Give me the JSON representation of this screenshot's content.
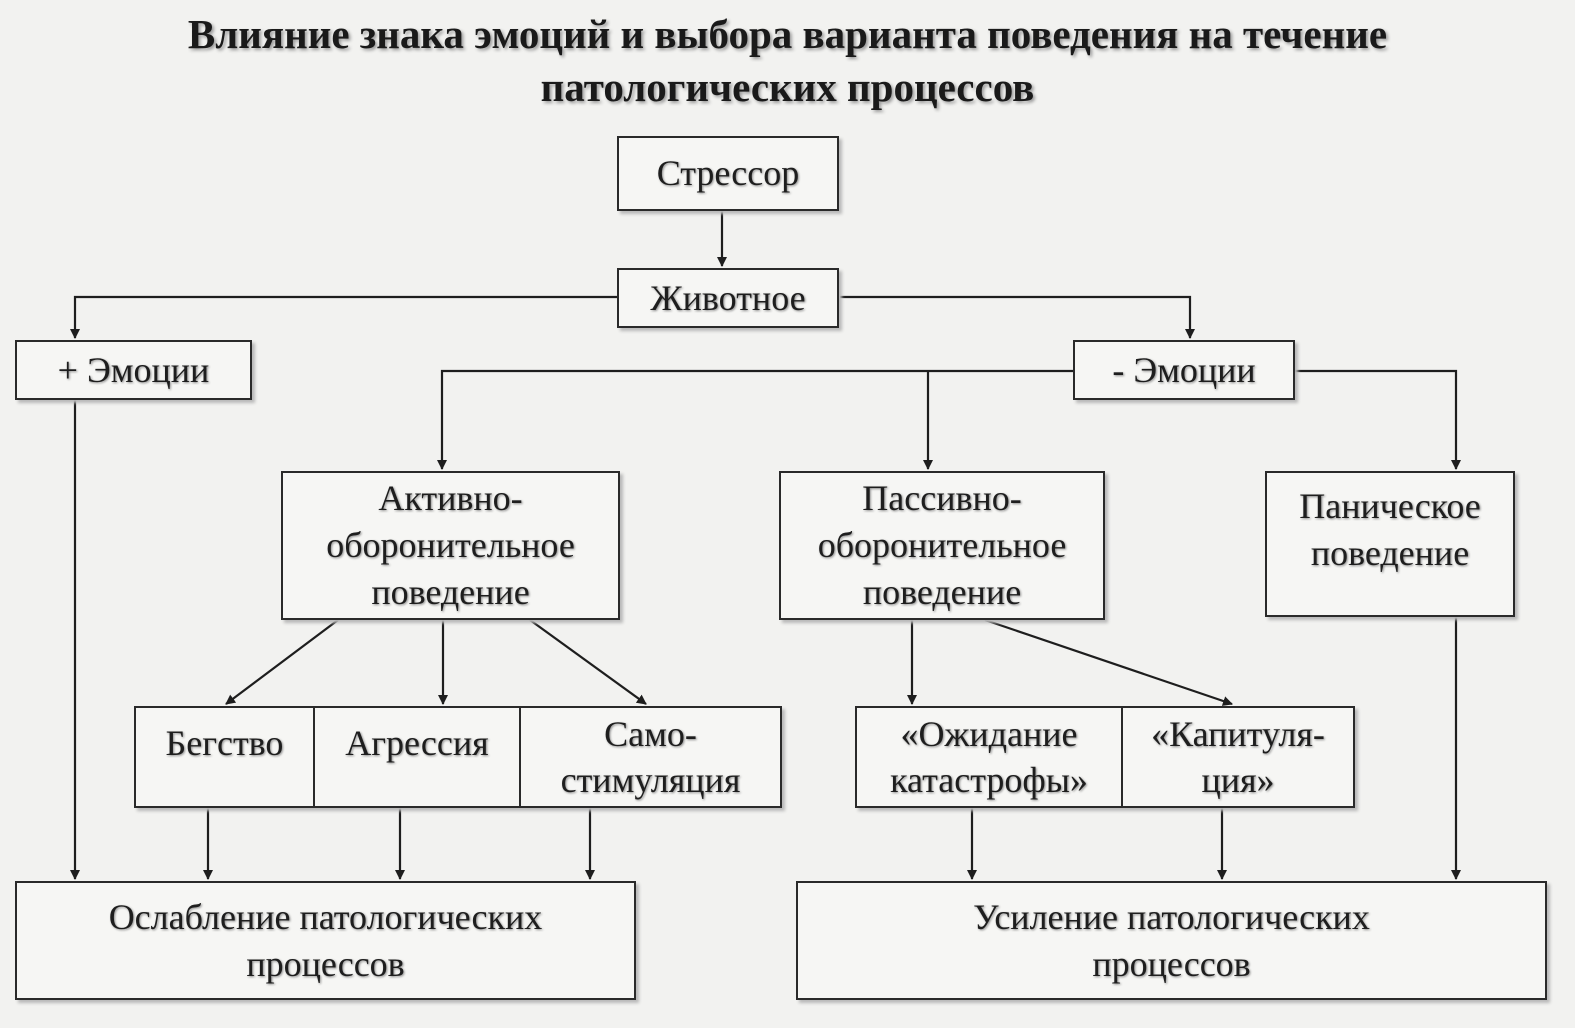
{
  "title": {
    "line1": "Влияние знака эмоций и выбора варианта поведения на течение",
    "line2": "патологических процессов"
  },
  "nodes": {
    "stressor": "Стрессор",
    "animal": "Животное",
    "pos_emotions": "+ Эмоции",
    "neg_emotions": "- Эмоции",
    "active_defense": [
      "Активно-",
      "оборонительное",
      "поведение"
    ],
    "passive_defense": [
      "Пассивно-",
      "оборонительное",
      "поведение"
    ],
    "panic": [
      "Паническое",
      "поведение"
    ],
    "flight": "Бегство",
    "aggression": "Агрессия",
    "self_stimulation": [
      "Само-",
      "стимуляция"
    ],
    "expect_catastrophe": [
      "«Ожидание",
      "катастрофы»"
    ],
    "capitulation": [
      "«Капитуля-",
      "ция»"
    ],
    "weakening": [
      "Ослабление патологических",
      "процессов"
    ],
    "strengthening": [
      "Усиление патологических",
      "процессов"
    ]
  }
}
